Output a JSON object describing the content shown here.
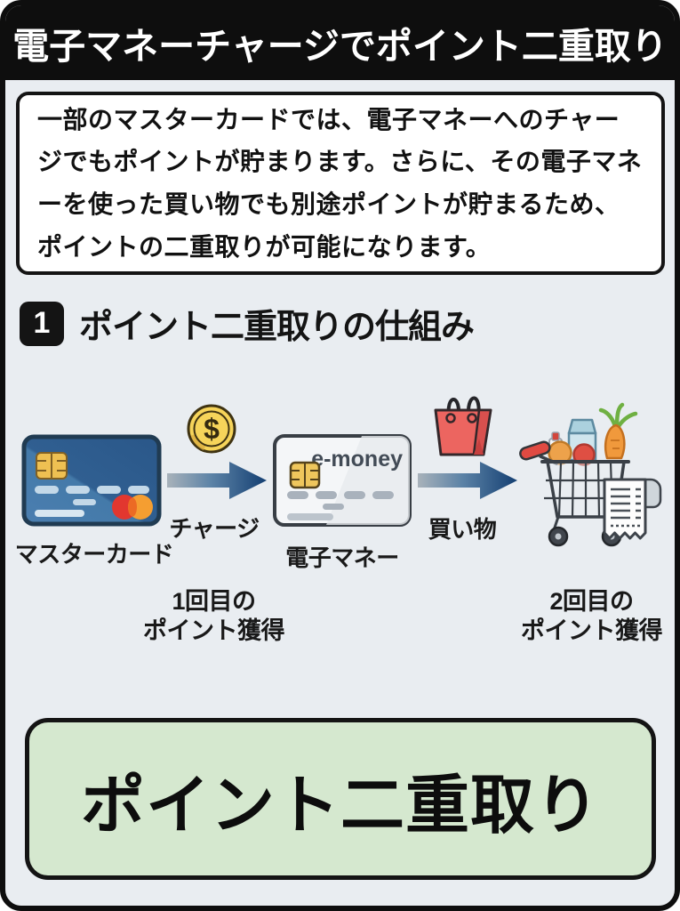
{
  "header": {
    "title": "電子マネーチャージでポイント二重取り"
  },
  "intro": {
    "text": "一部のマスターカードでは、電子マネーへのチャージでもポイントが貯まります。さらに、その電子マネーを使った買い物でも別途ポイントが貯まるため、ポイントの二重取りが可能になります。"
  },
  "section": {
    "number": "1",
    "title": "ポイント二重取りの仕組み"
  },
  "diagram": {
    "card1_label": "マスターカード",
    "coin_symbol": "$",
    "arrow1_label": "チャージ",
    "gain1_line1": "1回目の",
    "gain1_line2": "ポイント獲得",
    "card2_text": "e-money",
    "card2_label": "電子マネー",
    "arrow2_label": "買い物",
    "gain2_line1": "2回目の",
    "gain2_line2": "ポイント獲得",
    "icons": {
      "card1": "mastercard-credit-card",
      "coin": "dollar-coin",
      "arrow": "right-arrow",
      "card2": "emoney-card",
      "bag": "shopping-bag",
      "cart": "shopping-cart-with-receipt"
    }
  },
  "footer": {
    "text": "ポイント二重取り"
  },
  "colors": {
    "background": "#e9edf1",
    "frame": "#0e0e0e",
    "card_blue": "#37699d",
    "arrow_navy": "#16457a",
    "coin_gold": "#f6d45a",
    "bag_red": "#ec6560",
    "mastercard_red": "#e2372f",
    "mastercard_orange": "#f59e31",
    "result_green": "#d5e8cf"
  }
}
